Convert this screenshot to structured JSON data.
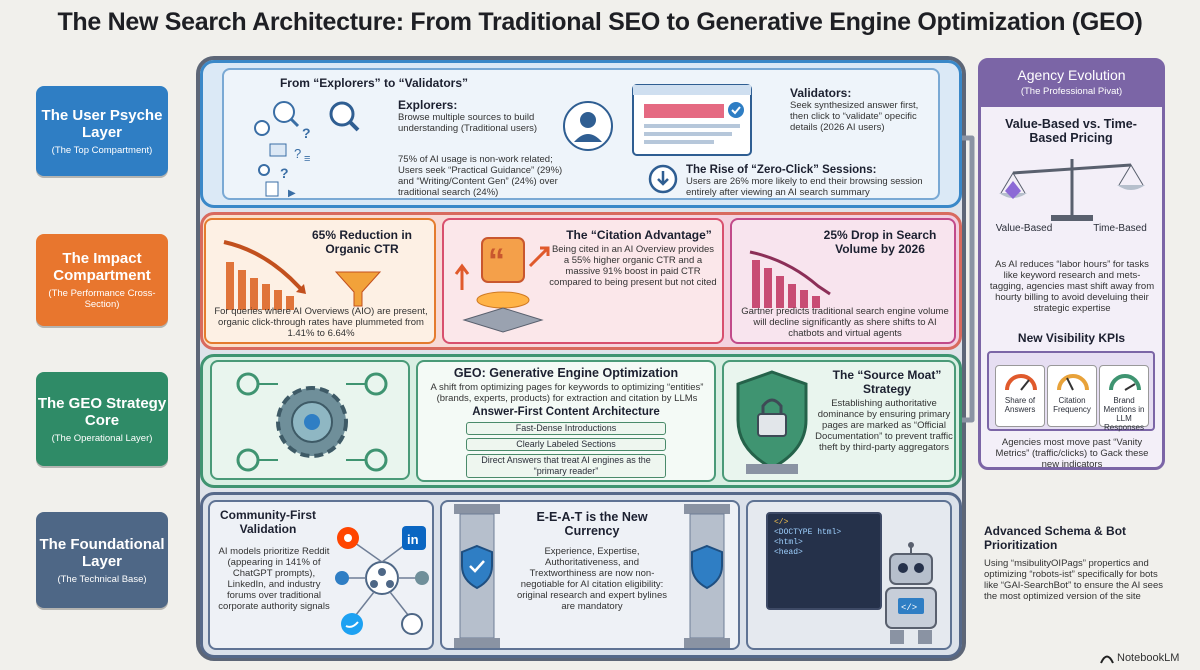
{
  "page_title": "The New Search Architecture: From Traditional SEO to Generative Engine Optimization (GEO)",
  "colors": {
    "user": "#2f7ec4",
    "impact": "#e8762e",
    "strategy": "#2f8b67",
    "foundation": "#4e6786",
    "agency": "#7b65a6"
  },
  "layers": [
    {
      "title": "The User Psyche Layer",
      "subtitle": "(The Top Compartment)"
    },
    {
      "title": "The Impact Compartment",
      "subtitle": "(The Performance Cross-Section)"
    },
    {
      "title": "The GEO Strategy Core",
      "subtitle": "(The Operational Layer)"
    },
    {
      "title": "The Foundational Layer",
      "subtitle": "(The Technical Base)"
    }
  ],
  "user": {
    "heading": "From “Explorers” to “Validators”",
    "explorers_title": "Explorers:",
    "explorers_text": "Browse multiple sources to build understanding (Traditional users)",
    "usage_text": "75% of AI usage is non-work related; Users seek “Practical Guidance” (29%) and “Writing/Content Gen” (24%) over traditional search (24%)",
    "validators_title": "Validators:",
    "validators_text": "Seek synthesized answer first, then click to “validate” opecific details (2026 AI users)",
    "zero_click_title": "The Rise of “Zero-Click” Sessions:",
    "zero_click_text": "Users are 26% more likely to end their browsing session entirely after viewing an AI search summary"
  },
  "impact": {
    "ctr_title": "65% Reduction in Organic CTR",
    "ctr_text": "For queries where AI Overviews (AIO) are present, organic click-through rates have plummeted from 1.41% to 6.64%",
    "citation_title": "The “Citation Advantage”",
    "citation_text": "Being cited in an AI Overview provides a 55% higher organic CTR and a massive 91% boost in paid CTR compared to being present but not cited",
    "search_title": "25% Drop in Search Volume by 2026",
    "search_text": "Gartner predicts traditional search engine volume will decline significantly as shere shifts to AI chatbots and virtual agents"
  },
  "strategy": {
    "geo_title": "GEO: Generative Engine Optimization",
    "geo_text": "A shift from optimizing pages for keywords to optimizing “entities” (brands, experts, products) for extraction and citation by LLMs",
    "arch_title": "Answer-First Content Architecture",
    "bullets": [
      "Fast-Dense Introductions",
      "Clearly Labeled Sections",
      "Direct Answers that treat AI engines as the “primary reader”"
    ],
    "moat_title": "The “Source Moat” Strategy",
    "moat_text": "Establishing authoritative dominance by ensuring primary pages are marked as “Official Documentation” to prevent traffic theft by third-party aggregators"
  },
  "foundation": {
    "community_title": "Community-First Validation",
    "community_text": "AI models prioritize Reddit (appearing in 141% of ChatGPT prompts), LinkedIn, and industry forums over traditional corporate authority signals",
    "eeat_title": "E-E-A-T is the New Currency",
    "eeat_text": "Experience, Expertise, Authoritativeness, and Trextworthiness are now non-negotiable for AI citation eligibility: original research and expert bylines are mandatory",
    "schema_title": "Advanced Schema & Bot Prioritization",
    "schema_text": "Using “msibulityOIPags” propertics and optimizing “robots-ist” specifically for bots like “GAI-SearchBot” to ensure the AI sees the most optimized version of the site",
    "social_in": "in",
    "code_lines": [
      "</>",
      "<DOCTYPE html>",
      "<html>",
      "<head>"
    ]
  },
  "agency": {
    "title": "Agency Evolution",
    "subtitle": "(The Professional Pivat)",
    "pricing_title": "Value-Based vs. Time-Based Pricing",
    "value_label": "Value-Based",
    "time_label": "Time-Based",
    "pricing_text": "As AI reduces “labor hours” for tasks like keyword research and mets-tagging, agencies mast shift away from hourty billing to avoid develuing their strategic expertise",
    "kpi_title": "New Visibility KPIs",
    "kpis": [
      "Share of Answers",
      "Citation Frequency",
      "Brand Mentions in LLM Responses"
    ],
    "kpi_text": "Agencies most move past “Vanity Metrics” (traffic/clicks) to Gack these new indicators"
  },
  "branding": "NotebookLM"
}
